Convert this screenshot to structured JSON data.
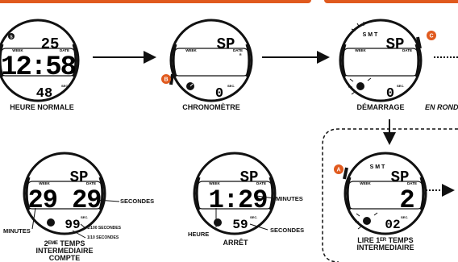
{
  "colors": {
    "accent": "#e05a1e",
    "ink": "#111111"
  },
  "labels": {
    "week": "WEEK",
    "date": "DATE",
    "sec": "SEC.",
    "lap_sub": "R"
  },
  "watches": {
    "normal": {
      "top": "25",
      "main": "12:58",
      "bottom": "48",
      "corner_mark": "S"
    },
    "chrono": {
      "top": "SP",
      "bottom": "0",
      "button": "B"
    },
    "start": {
      "top": "SP",
      "bottom": "0",
      "button": "C",
      "icons": "S M T"
    },
    "lap2": {
      "top": "SP",
      "main": "29 29",
      "bottom": "99"
    },
    "stop": {
      "top": "SP",
      "main": "1:29",
      "bottom": "59"
    },
    "lap1": {
      "top": "SP",
      "main": "2",
      "bottom": "02",
      "button": "A",
      "icons": "S M T"
    }
  },
  "captions": {
    "normal": "HEURE NORMALE",
    "chrono": "CHRONOMÈTRE",
    "start": "DÉMARRAGE",
    "lap_mode": "EN RONDE",
    "lap2_line1": "2ᴱᴹᴱ TEMPS",
    "lap2_line2": "INTERMEDIAIRE",
    "lap2_line3": "COMPTE",
    "stop": "ARRÊT",
    "lap1_line1": "LIRE 1ᴱᴿ TEMPS",
    "lap1_line2": "INTERMEDIAIRE"
  },
  "callouts": {
    "minutes": "MINUTES",
    "secondes": "SECONDES",
    "hundredths": "1/100 SECONDES",
    "tenths": "1/10 SECONDES",
    "heure": "HEURE"
  }
}
